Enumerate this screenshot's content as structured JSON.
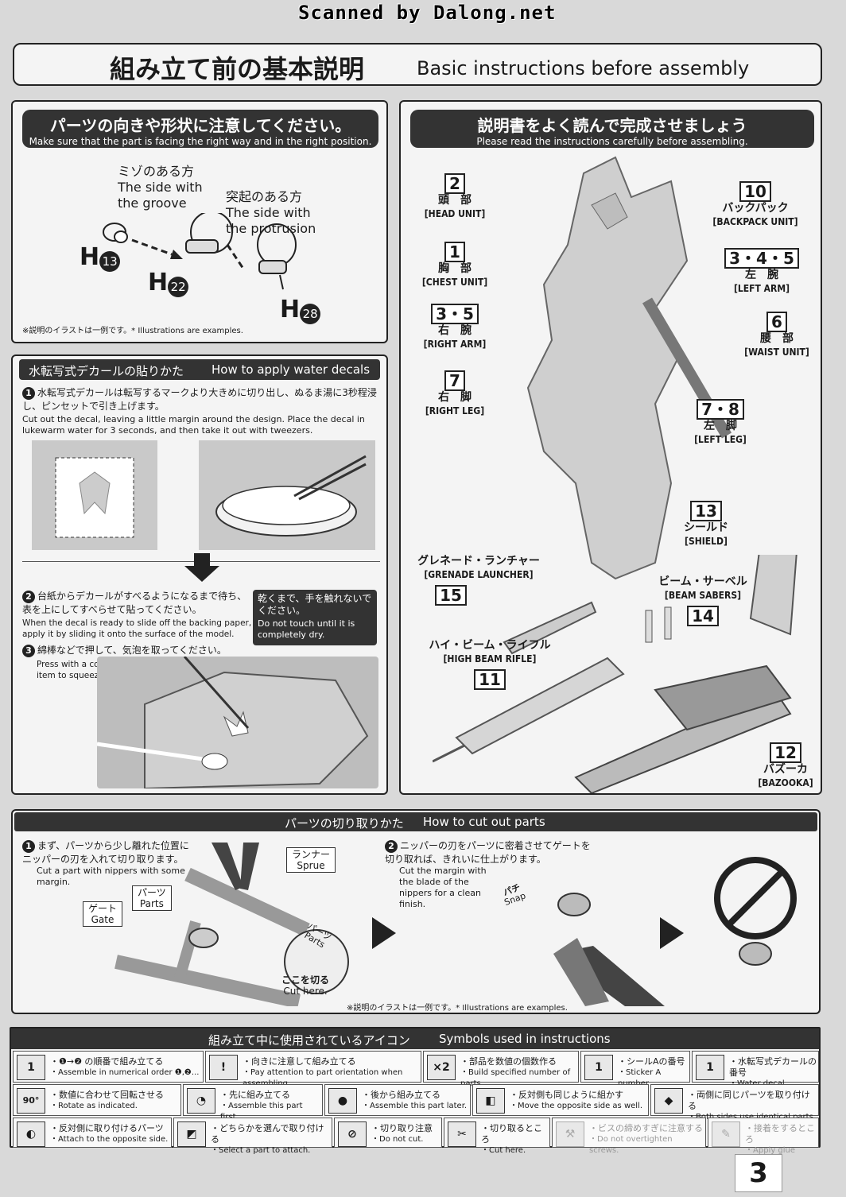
{
  "scan_banner": "Scanned by Dalong.net",
  "header": {
    "title_jp": "組み立て前の基本説明",
    "title_en": "Basic instructions before assembly"
  },
  "orientation": {
    "title_jp": "パーツの向きや形状に注意してください。",
    "title_en": "Make sure that the part is facing the right way and in the right position.",
    "groove_jp": "ミゾのある方",
    "groove_en_1": "The side with",
    "groove_en_2": "the groove",
    "protrusion_jp": "突起のある方",
    "protrusion_en_1": "The side with",
    "protrusion_en_2": "the protrusion",
    "h13": "13",
    "h22": "22",
    "h28": "28",
    "h_letter": "H",
    "note": "※説明のイラストは一例です。* Illustrations are examples."
  },
  "decals": {
    "title_jp": "水転写式デカールの貼りかた",
    "title_en": "How to apply water decals",
    "step1_num": "1",
    "step1_jp": "水転写式デカールは転写するマークより大きめに切り出し、ぬるま湯に3秒程浸し、ピンセットで引き上げます。",
    "step1_en": "Cut out the decal, leaving a little margin around the design. Place the decal in lukewarm water for 3 seconds, and then take it out with tweezers.",
    "step2_num": "2",
    "step2_jp": "台紙からデカールがすべるようになるまで待ち、表を上にしてすべらせて貼ってください。",
    "step2_en": "When the decal is ready to slide off the backing paper, apply it by sliding it onto the surface of the model.",
    "dry_jp": "乾くまで、手を触れないでください。",
    "dry_en": "Do not touch until it is completely dry.",
    "step3_num": "3",
    "step3_jp": "綿棒などで押して、気泡を取ってください。",
    "step3_en": "Press with a cotton swab or other absorbent item to squeeze out air bubbles."
  },
  "read": {
    "title_jp": "説明書をよく読んで完成させましょう",
    "title_en": "Please read the instructions carefully before assembling.",
    "parts": [
      {
        "num": "2",
        "jp": "頭　部",
        "en": "[HEAD UNIT]"
      },
      {
        "num": "1",
        "jp": "胸　部",
        "en": "[CHEST UNIT]"
      },
      {
        "num": "3・5",
        "jp": "右　腕",
        "en": "[RIGHT ARM]"
      },
      {
        "num": "7",
        "jp": "右　脚",
        "en": "[RIGHT LEG]"
      },
      {
        "num": "10",
        "jp": "バックパック",
        "en": "[BACKPACK UNIT]"
      },
      {
        "num": "3・4・5",
        "jp": "左　腕",
        "en": "[LEFT ARM]"
      },
      {
        "num": "6",
        "jp": "腰　部",
        "en": "[WAIST UNIT]"
      },
      {
        "num": "7・8",
        "jp": "左　脚",
        "en": "[LEFT LEG]"
      },
      {
        "num": "13",
        "jp": "シールド",
        "en": "[SHIELD]"
      },
      {
        "num": "15",
        "jp": "グレネード・ランチャー",
        "en": "[GRENADE LAUNCHER]"
      },
      {
        "num": "14",
        "jp": "ビーム・サーベル",
        "en": "[BEAM SABERS]"
      },
      {
        "num": "11",
        "jp": "ハイ・ビーム・ライフル",
        "en": "[HIGH BEAM RIFLE]"
      },
      {
        "num": "12",
        "jp": "バズーカ",
        "en": "[BAZOOKA]"
      }
    ]
  },
  "cut": {
    "title_jp": "パーツの切り取りかた",
    "title_en": "How to cut out parts",
    "step1_num": "1",
    "step1_jp": "まず、パーツから少し離れた位置にニッパーの刃を入れて切り取ります。",
    "step1_en": "Cut a part with nippers with some margin.",
    "runner_jp": "ランナー",
    "runner_en": "Sprue",
    "parts_jp": "パーツ",
    "parts_en": "Parts",
    "gate_jp": "ゲート",
    "gate_en": "Gate",
    "inset_jp": "パーツ",
    "inset_en": "Parts",
    "cut_here_jp": "ここを切る",
    "cut_here_en": "Cut here.",
    "step2_num": "2",
    "step2_jp": "ニッパーの刃をパーツに密着させてゲートを切り取れば、きれいに仕上がります。",
    "step2_en": "Cut the margin with the blade of the nippers for a clean finish.",
    "snap_jp": "パチ",
    "snap_en": "Snap",
    "note": "※説明のイラストは一例です。* Illustrations are examples."
  },
  "symbols": {
    "title_jp": "組み立て中に使用されているアイコン",
    "title_en": "Symbols used in instructions",
    "items": [
      {
        "icon": "1",
        "jp": "・❶→❷ の順番で組み立てる",
        "en": "・Assemble in numerical order ❶,❷..."
      },
      {
        "icon": "!",
        "jp": "・向きに注意して組み立てる",
        "en": "・Pay attention to part orientation when assembling."
      },
      {
        "icon": "×2",
        "jp": "・部品を数値の個数作る",
        "en": "・Build specified number of parts."
      },
      {
        "icon": "1",
        "jp": "・シールAの番号",
        "en": "・Sticker A number"
      },
      {
        "icon": "1",
        "jp": "・水転写式デカールの番号",
        "en": "・Water decal number"
      },
      {
        "icon": "90°",
        "jp": "・数値に合わせて回転させる",
        "en": "・Rotate as indicated."
      },
      {
        "icon": "◔",
        "jp": "・先に組み立てる",
        "en": "・Assemble this part first."
      },
      {
        "icon": "●",
        "jp": "・後から組み立てる",
        "en": "・Assemble this part later."
      },
      {
        "icon": "◧",
        "jp": "・反対側も同じように組かす",
        "en": "・Move the opposite side as well."
      },
      {
        "icon": "◆",
        "jp": "・両側に同じパーツを取り付ける",
        "en": "・Both sides use identical parts."
      },
      {
        "icon": "◐",
        "jp": "・反対側に取り付けるパーツ",
        "en": "・Attach to the opposite side."
      },
      {
        "icon": "◩",
        "jp": "・どちらかを選んで取り付ける",
        "en": "・Select a part to attach."
      },
      {
        "icon": "⊘",
        "jp": "・切り取り注意",
        "en": "・Do not cut."
      },
      {
        "icon": "✂",
        "jp": "・切り取るところ",
        "en": "・Cut here."
      },
      {
        "icon": "⚒",
        "jp": "・ビスの締めすぎに注意する",
        "en": "・Do not overtighten screws."
      },
      {
        "icon": "✎",
        "jp": "・接着をするところ",
        "en": "・Apply glue here."
      }
    ]
  },
  "page_number": "3"
}
